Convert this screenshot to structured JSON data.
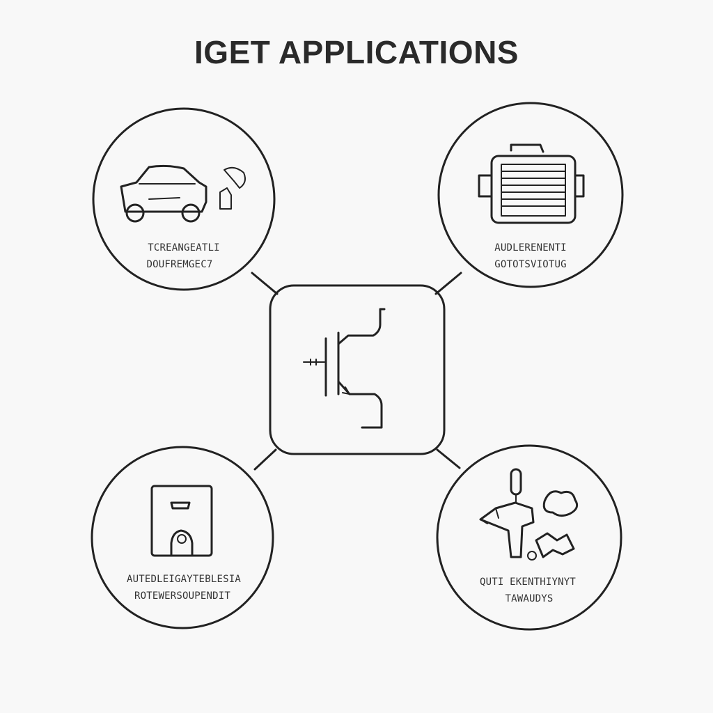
{
  "title": "IGET APPLICATIONS",
  "nodes": [
    {
      "position": "top-left",
      "icon": "car-icon",
      "lines": [
        "TCREANGEATLI",
        "DOUFREMGEC7"
      ]
    },
    {
      "position": "top-right",
      "icon": "motor-icon",
      "lines": [
        "AUDLERENENTI",
        "GOTOTSVIOTUG"
      ]
    },
    {
      "position": "bottom-left",
      "icon": "appliance-icon",
      "lines": [
        "AUTEDLEIGAYTEBLESIA",
        "ROTEWERSOUPENDIT"
      ]
    },
    {
      "position": "bottom-right",
      "icon": "robotic-arm-icon",
      "lines": [
        "QUTI EKENTHIYNYT",
        "TAWAUDYS"
      ]
    }
  ],
  "center": {
    "icon": "igbt-symbol-icon"
  }
}
